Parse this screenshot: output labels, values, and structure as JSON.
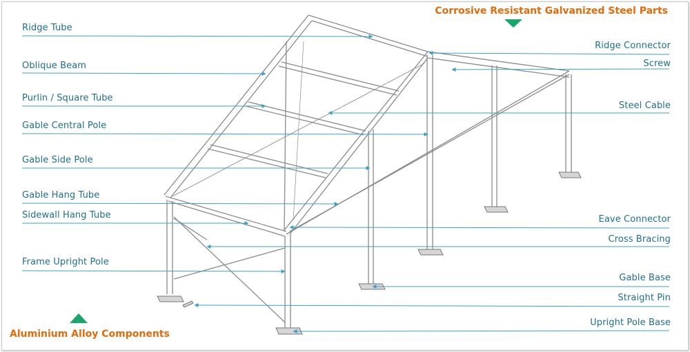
{
  "header": {
    "steel_title": "Corrosive Resistant Galvanized  Steel Parts",
    "aluminium_title": "Aluminium Alloy Components"
  },
  "colors": {
    "label": "#1f6f8b",
    "leader": "#3aa0c8",
    "header": "#e36c0a",
    "marker": "#1aa56a",
    "frame_line": "#8a8a8a"
  },
  "labels_left": {
    "ridge_tube": "Ridge Tube",
    "oblique_beam": "Oblique Beam",
    "purlin_square_tube": "Purlin  /  Square Tube",
    "gable_central_pole": "Gable Central Pole",
    "gable_side_pole": "Gable Side Pole",
    "gable_hang_tube": "Gable Hang Tube",
    "sidewall_hang_tube": "Sidewall Hang Tube",
    "frame_upright_pole": "Frame Upright Pole"
  },
  "labels_right": {
    "ridge_connector": "Ridge Connector",
    "screw": "Screw",
    "steel_cable": "Steel Cable",
    "eave_connector": "Eave Connector",
    "cross_bracing": "Cross Bracing",
    "gable_base": "Gable Base",
    "straight_pin": "Straight Pin",
    "upright_pole_base": "Upright Pole Base"
  }
}
